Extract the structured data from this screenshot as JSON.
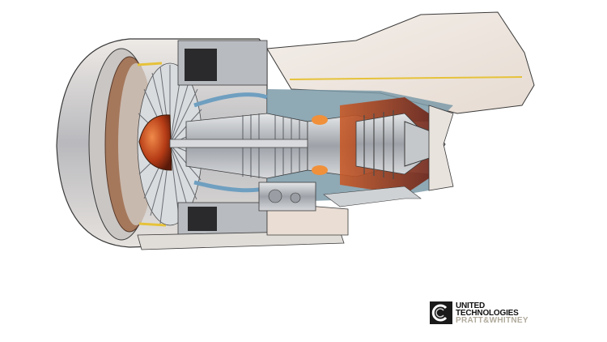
{
  "image": {
    "subject": "Cutaway illustration of a turbofan jet engine with pylon",
    "colors": {
      "background": "#ffffff",
      "nacelle": "#d9d4d0",
      "pylon": "#ece3dc",
      "inlet_liner": "#a5785c",
      "spinner": "#c4481c",
      "bypass_duct": "#7b9aa8",
      "metal": "#c8cacd",
      "hot_section": "#8b2e1e",
      "accent_yellow": "#e6c23a",
      "outline": "#3a3a3a"
    }
  },
  "logo": {
    "icon": "united-technologies-logo-icon",
    "line1": "UNITED",
    "line2": "TECHNOLOGIES",
    "line3": "PRATT&WHITNEY",
    "colors": {
      "primary": "#111111",
      "secondary": "#b0aa9c"
    }
  }
}
